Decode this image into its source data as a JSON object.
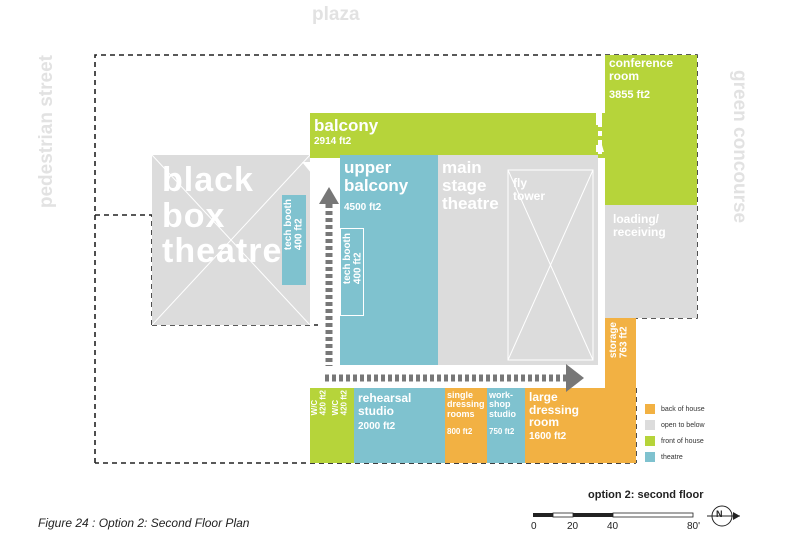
{
  "surroundings": {
    "top": "plaza",
    "left": "pedestrian street",
    "right": "green concourse"
  },
  "rooms": {
    "black_box": "black box theatre",
    "tech_booth_left": "tech booth\n400 ft2",
    "balcony_name": "balcony",
    "balcony_area": "2914 ft2",
    "upper_balcony_name": "upper balcony",
    "upper_balcony_area": "4500 ft2",
    "tech_booth_center": "tech booth\n400 ft2",
    "main_stage": "main stage theatre",
    "fly_tower": "fly tower",
    "conference_name": "conference room",
    "conference_area": "3855 ft2",
    "loading": "loading/ receiving",
    "storage": "storage\n763 ft2",
    "wc1": "W/C\n420 ft2",
    "wc2": "W/C\n420 ft2",
    "rehearsal_name": "rehearsal studio",
    "rehearsal_area": "2000 ft2",
    "single_name": "single dressing rooms",
    "single_area": "800 ft2",
    "workshop_name": "work-shop studio",
    "workshop_area": "750 ft2",
    "large_name": "large dressing room",
    "large_area": "1600 ft2"
  },
  "legend": [
    "back of house",
    "open to below",
    "front of house",
    "theatre"
  ],
  "colors": {
    "back_of_house": "#f2b143",
    "open_to_below": "#dcdcdc",
    "front_of_house": "#b6d43a",
    "theatre": "#7fc2cf"
  },
  "plan_title": "option 2: second floor",
  "scale_labels": [
    "0",
    "20",
    "40",
    "80'"
  ],
  "compass": "N",
  "caption": "Figure 24 : Option 2: Second Floor Plan"
}
